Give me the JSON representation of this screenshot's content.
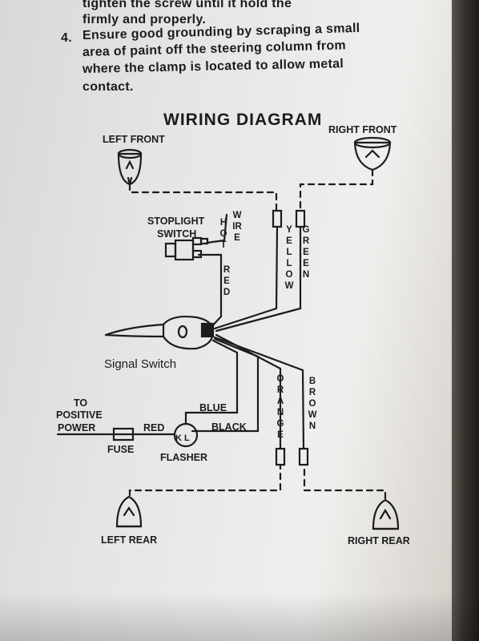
{
  "instructions": {
    "line1": "tighten the screw until it hold the",
    "line2": "firmly and properly.",
    "step_number": "4.",
    "line3": "Ensure good grounding by scraping a small",
    "line4": "area of paint off the steering column from",
    "line5": "where the clamp is located to allow metal",
    "line6": "contact."
  },
  "diagram": {
    "title": "WIRING DIAGRAM",
    "lamps": {
      "left_front": "LEFT FRONT",
      "right_front": "RIGHT FRONT",
      "left_rear": "LEFT REAR",
      "right_rear": "RIGHT REAR"
    },
    "components": {
      "stoplight_switch_1": "STOPLIGHT",
      "stoplight_switch_2": "SWITCH",
      "signal_switch": "Signal Switch",
      "flasher": "FLASHER",
      "flasher_terminals": "K L",
      "fuse": "FUSE",
      "power_1": "TO",
      "power_2": "POSITIVE",
      "power_3": "POWER"
    },
    "wires": {
      "hot": "HOT",
      "wire": "WIRE",
      "red_vertical": "RED",
      "yellow": "YELLOW",
      "green": "GREEN",
      "orange": "ORANGE",
      "brown": "BROWN",
      "blue": "BLUE",
      "black": "BLACK",
      "red_horizontal": "RED"
    }
  }
}
